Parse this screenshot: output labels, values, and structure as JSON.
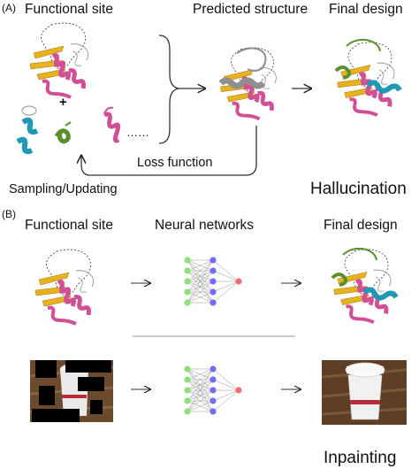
{
  "panel_a": {
    "label": "(A)",
    "functional_site": "Functional site",
    "plus": "+",
    "ellipsis": "……",
    "predicted_structure": "Predicted structure",
    "final_design": "Final design",
    "loss_function": "Loss function",
    "sampling_updating": "Sampling/Updating",
    "method_name": "Hallucination"
  },
  "panel_b": {
    "label": "(B)",
    "functional_site": "Functional site",
    "neural_networks": "Neural networks",
    "final_design": "Final design",
    "method_name": "Inpainting"
  },
  "colors": {
    "helix_pink": "#d14f95",
    "sheet_gold": "#e8b21f",
    "helix_teal": "#1f98b4",
    "helix_green": "#5a8f2c",
    "loop_gray": "#9a9a9a",
    "node_green": "#8fe07a",
    "node_blue": "#6f6ff0",
    "node_red": "#f0706e"
  }
}
